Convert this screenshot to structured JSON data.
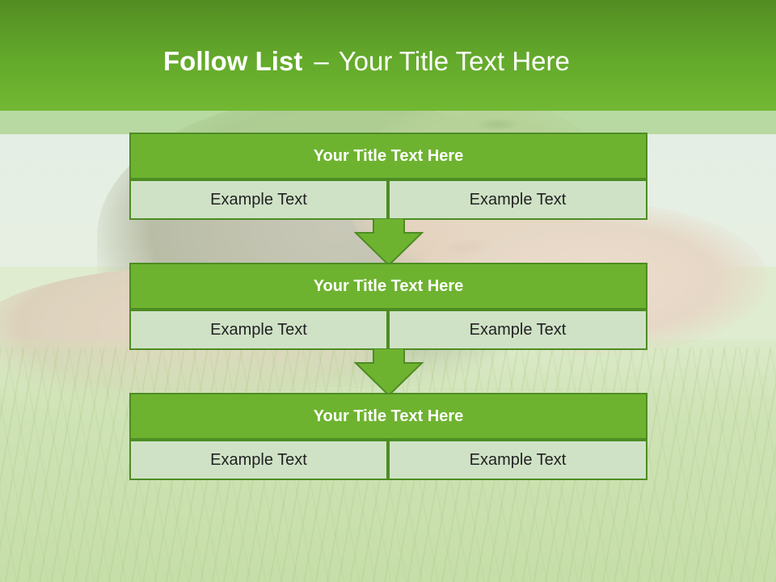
{
  "slide": {
    "title_bold": "Follow List",
    "title_sep": "–",
    "title_rest": "Your Title Text Here"
  },
  "blocks": [
    {
      "title": "Your Title Text Here",
      "left": "Example Text",
      "right": "Example Text"
    },
    {
      "title": "Your Title Text Here",
      "left": "Example Text",
      "right": "Example Text"
    },
    {
      "title": "Your Title Text Here",
      "left": "Example Text",
      "right": "Example Text"
    }
  ],
  "colors": {
    "header_green": "#64aa2b",
    "block_head_green": "#6eb330",
    "block_border": "#4d8c23",
    "cell_fill": "#cfe2c6"
  }
}
